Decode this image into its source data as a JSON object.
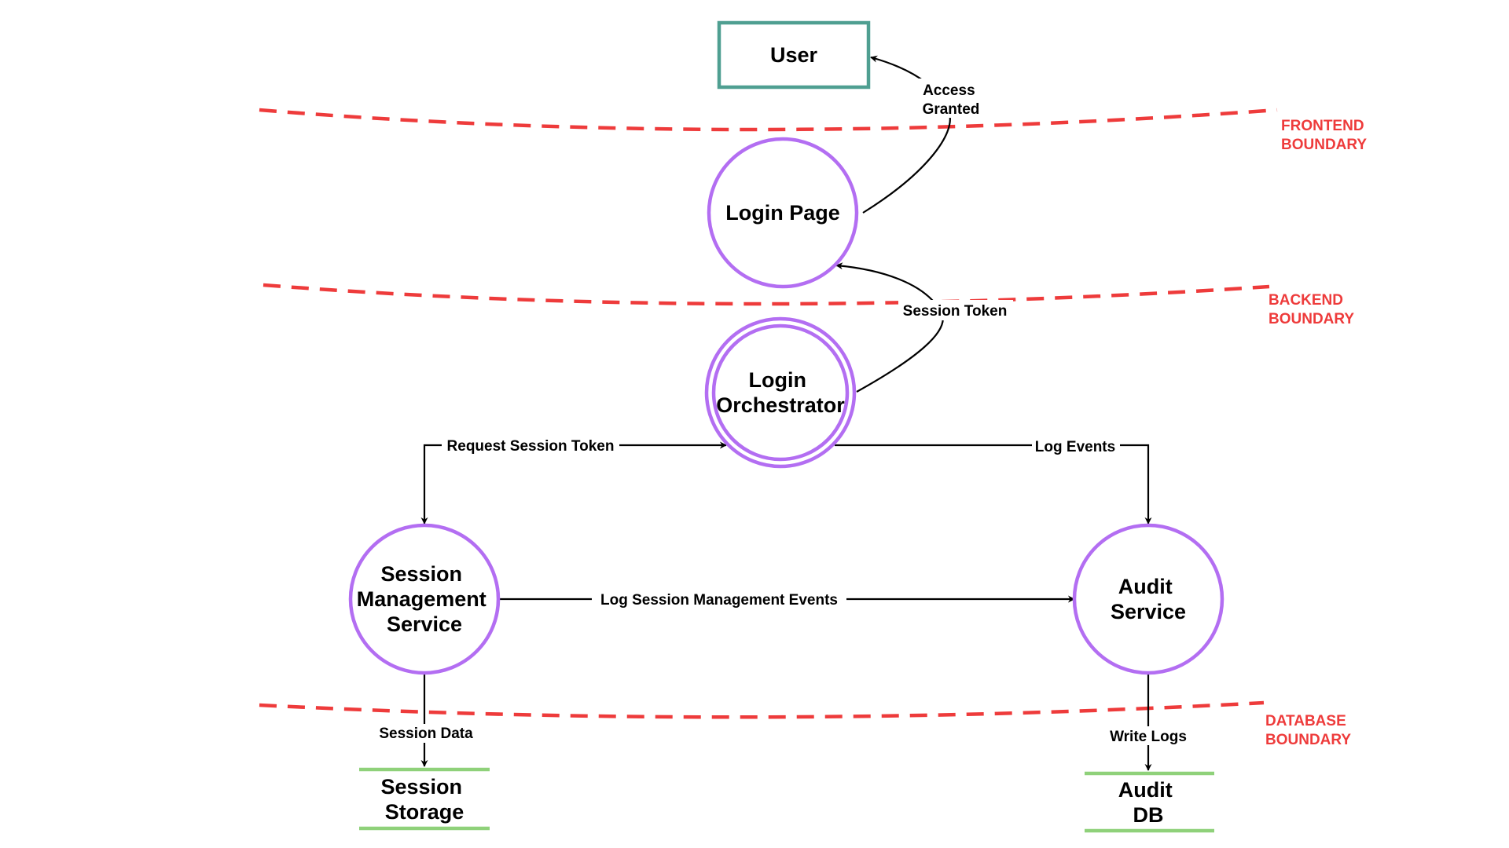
{
  "entities": {
    "user": "User"
  },
  "processes": {
    "login_page": "Login Page",
    "login_orchestrator": [
      "Login",
      "Orchestrator"
    ],
    "session_management": [
      "Session",
      "Management",
      "Service"
    ],
    "audit_service": [
      "Audit",
      "Service"
    ]
  },
  "stores": {
    "session_storage": [
      "Session",
      "Storage"
    ],
    "audit_db": [
      "Audit",
      "DB"
    ]
  },
  "flows": {
    "access_granted": [
      "Access",
      "Granted"
    ],
    "session_token": "Session Token",
    "request_session_token": "Request Session Token",
    "log_events": "Log Events",
    "log_session_mgmt_events": "Log Session Management Events",
    "session_data": "Session Data",
    "write_logs": "Write Logs"
  },
  "boundaries": {
    "frontend": [
      "FRONTEND",
      "BOUNDARY"
    ],
    "backend": [
      "BACKEND",
      "BOUNDARY"
    ],
    "database": [
      "DATABASE",
      "BOUNDARY"
    ]
  },
  "colors": {
    "boundary": "#ee3b3b",
    "process": "#b36ef2",
    "entity": "#4f9f91",
    "store": "#8fd17a"
  }
}
